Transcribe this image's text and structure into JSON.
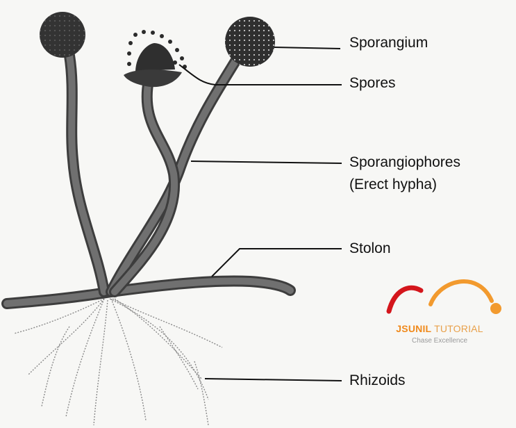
{
  "diagram": {
    "labels": {
      "sporangium": "Sporangium",
      "spores": "Spores",
      "sporangiophores_line1": "Sporangiophores",
      "sporangiophores_line2": "(Erect hypha)",
      "stolon": "Stolon",
      "rhizoids": "Rhizoids"
    }
  },
  "logo": {
    "name_part1": "JSUNIL",
    "name_part2": "TUTORIAL",
    "tagline": "Chase Excellence",
    "colors": {
      "arc_left": "#d4161c",
      "arc_right": "#f29a2e",
      "dot": "#f29a2e"
    }
  },
  "colors": {
    "ink": "#2b2b2b",
    "hypha": "#5a5a5a",
    "paper": "#f7f7f5"
  }
}
